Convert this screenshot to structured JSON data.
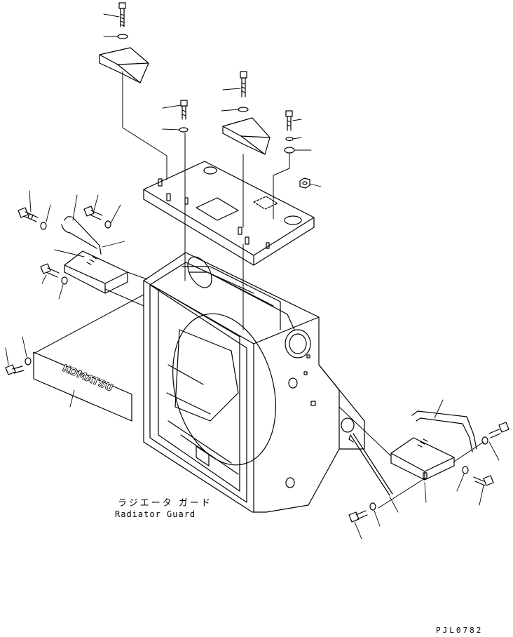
{
  "caption": {
    "japanese": "ラジエータ ガード",
    "english": "Radiator Guard"
  },
  "drawing_code": "PJL0782",
  "nameplate_text": "KOMATSU",
  "colors": {
    "line": "#000000",
    "background": "#ffffff"
  }
}
